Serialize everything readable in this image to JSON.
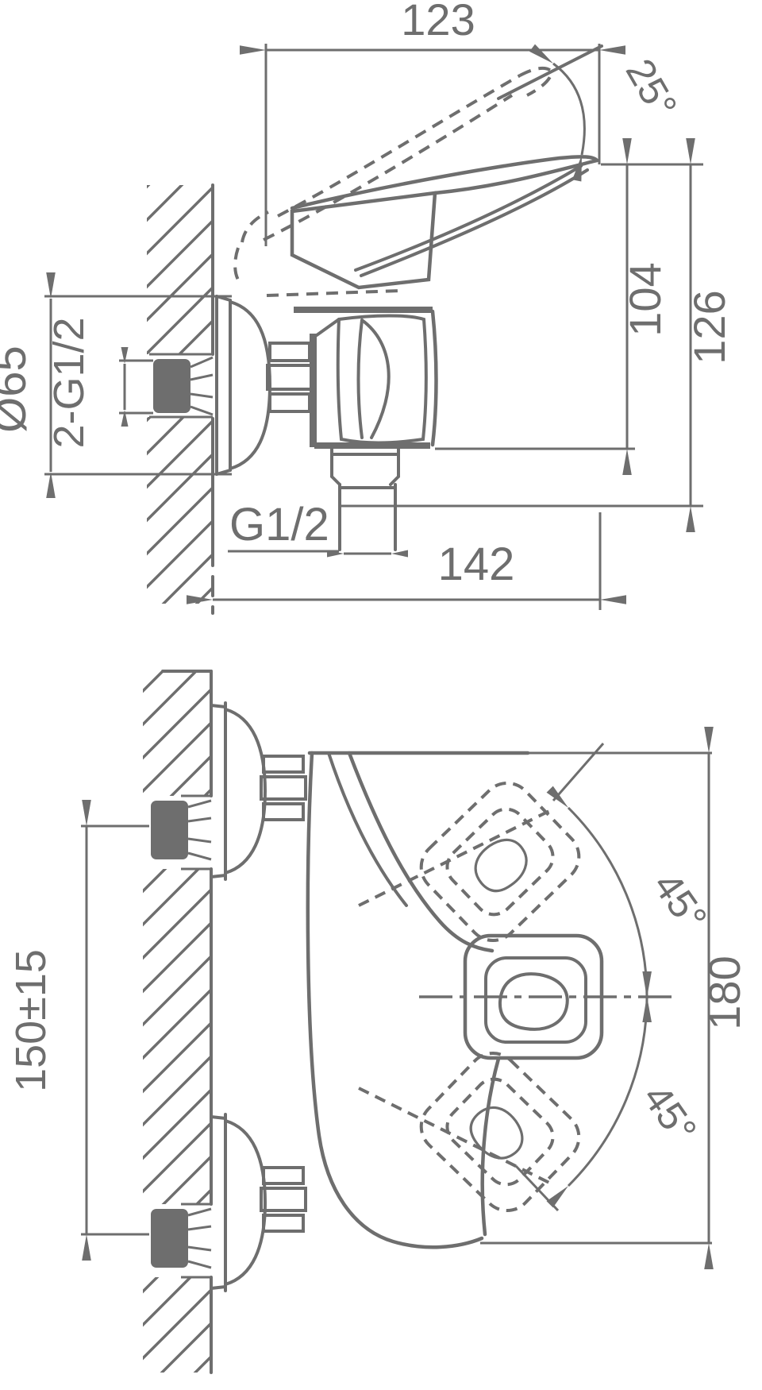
{
  "drawing": {
    "colors": {
      "line": "#6e6e6e",
      "background": "#ffffff"
    },
    "side_view": {
      "labels": {
        "width": "123",
        "handle_angle": "25°",
        "body_height": "104",
        "outlet_height": "126",
        "flange_diameter": "Ø65",
        "wall_connections": "2-G1/2",
        "outlet_thread": "G1/2",
        "depth": "142"
      }
    },
    "front_view": {
      "labels": {
        "supply_spacing": "150±15",
        "swing_upper": "45°",
        "swing_lower": "45°",
        "total_height": "180"
      }
    }
  }
}
